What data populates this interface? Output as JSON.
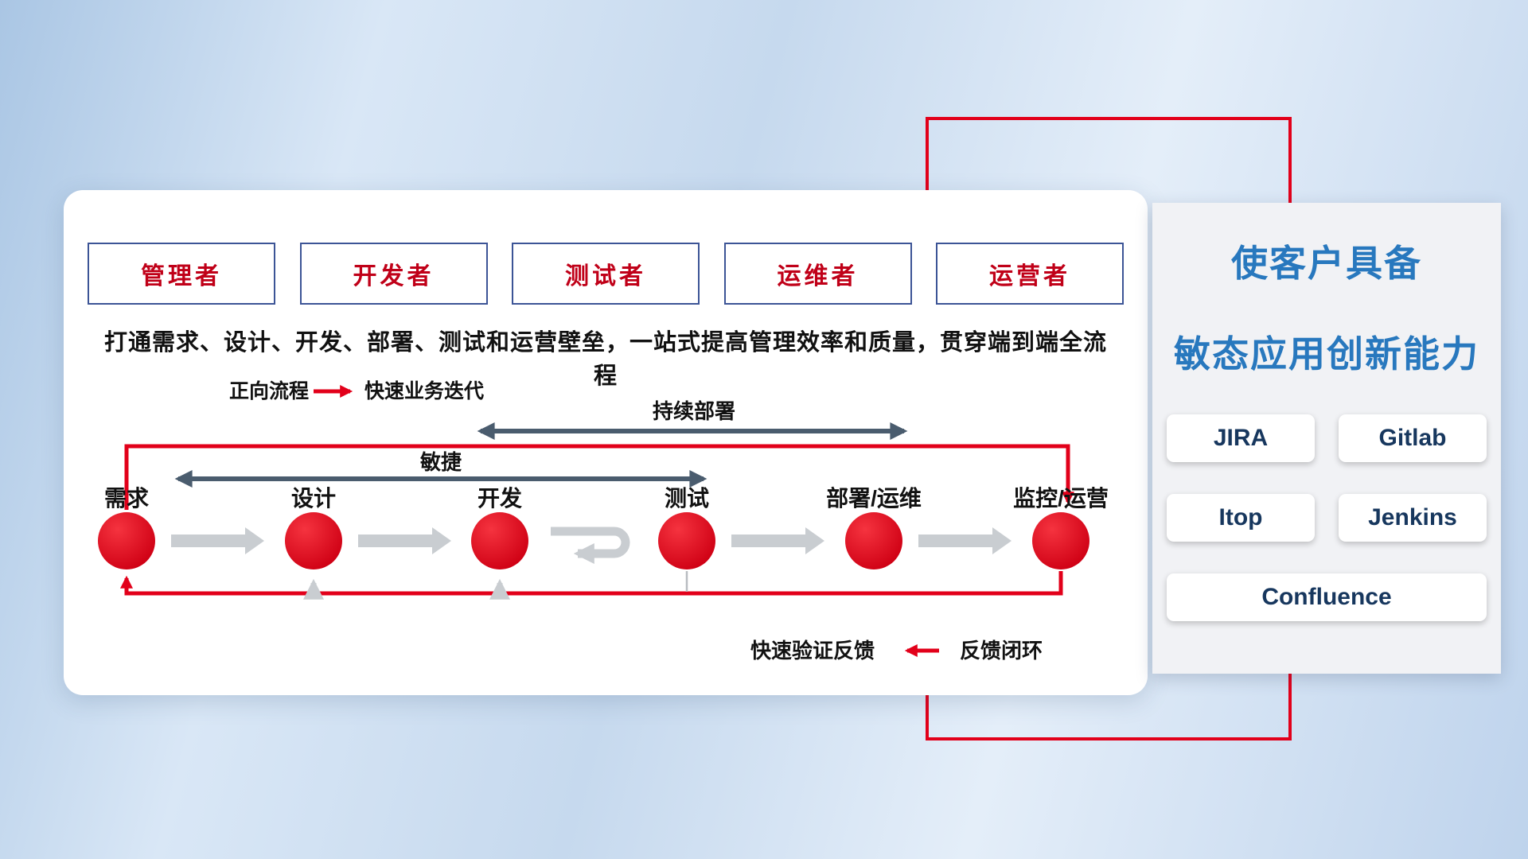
{
  "colors": {
    "red": "#e2001a",
    "navy_border": "#3c5496",
    "slate_arrow": "#4a5c6e",
    "gray_arrow": "#c9cdd1",
    "blue_title": "#2878be",
    "tool_text": "#17375e"
  },
  "roles": [
    {
      "label": "管理者"
    },
    {
      "label": "开发者"
    },
    {
      "label": "测试者"
    },
    {
      "label": "运维者"
    },
    {
      "label": "运营者"
    }
  ],
  "subtitle": "打通需求、设计、开发、部署、测试和运营壁垒，一站式提高管理效率和质量，贯穿端到端全流程",
  "legend_forward": {
    "label": "正向流程",
    "value": "快速业务迭代"
  },
  "flow_labels": {
    "continuous_deploy": "持续部署",
    "agile": "敏捷"
  },
  "stages": [
    {
      "label": "需求"
    },
    {
      "label": "设计"
    },
    {
      "label": "开发"
    },
    {
      "label": "测试"
    },
    {
      "label": "部署/运维"
    },
    {
      "label": "监控/运营"
    }
  ],
  "legend_feedback": {
    "label": "快速验证反馈",
    "value": "反馈闭环"
  },
  "side_panel": {
    "title_line1": "使客户具备",
    "title_line2": "敏态应用创新能力",
    "tools": [
      "JIRA",
      "Gitlab",
      "Itop",
      "Jenkins",
      "Confluence"
    ]
  }
}
